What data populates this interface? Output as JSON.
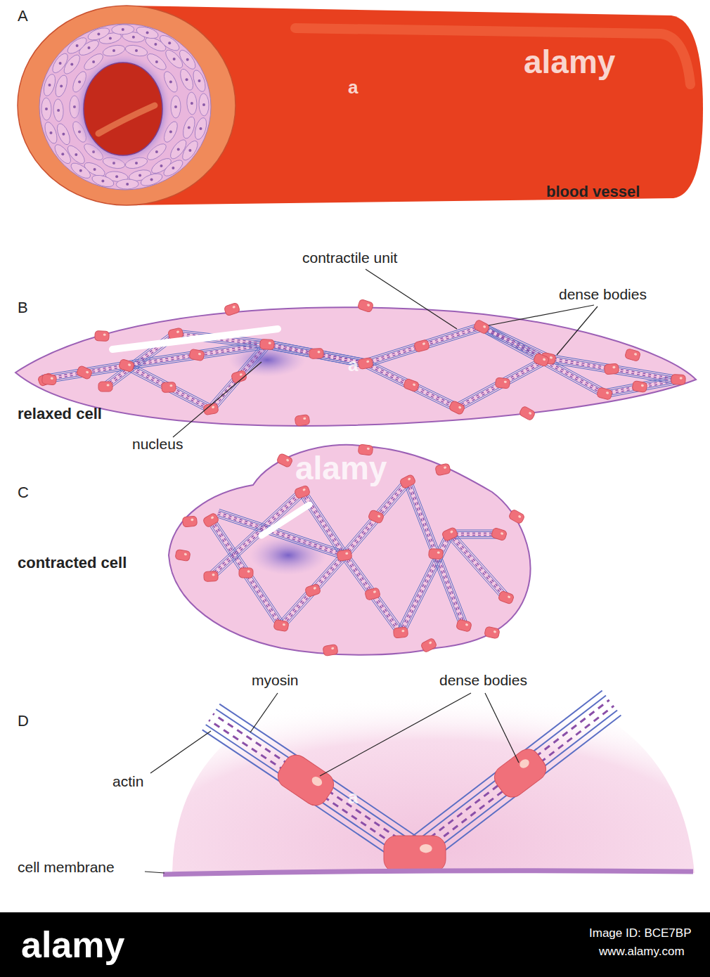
{
  "diagram": {
    "labels": [
      "A",
      "blood vessel",
      "contractile unit",
      "B",
      "dense bodies",
      "relaxed cell",
      "nucleus",
      "C",
      "contracted cell",
      "myosin",
      "dense bodies",
      "D",
      "actin",
      "cell membrane",
      "alamy",
      "a",
      "a",
      "alamy",
      "a",
      "alamy",
      "Image ID: BCE7BP",
      "www.alamy.com"
    ]
  }
}
